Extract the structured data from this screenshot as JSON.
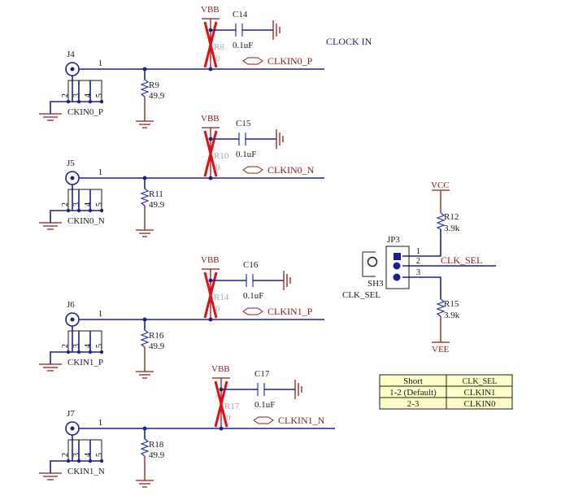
{
  "header": {
    "clock_in": "CLOCK IN"
  },
  "channels": [
    {
      "connector": "J4",
      "connector_net": "CKIN0_P",
      "term": "R9",
      "term_value": "49.9",
      "series": "R8",
      "series_value": "0",
      "cap": "C14",
      "cap_value": "0.1uF",
      "supply": "VBB",
      "net": "CLKIN0_P",
      "pin1": "1",
      "pins": [
        "2",
        "3",
        "4",
        "5"
      ]
    },
    {
      "connector": "J5",
      "connector_net": "CKIN0_N",
      "term": "R11",
      "term_value": "49.9",
      "series": "R10",
      "series_value": "0",
      "cap": "C15",
      "cap_value": "0.1uF",
      "supply": "VBB",
      "net": "CLKIN0_N",
      "pin1": "1",
      "pins": [
        "2",
        "3",
        "4",
        "5"
      ]
    },
    {
      "connector": "J6",
      "connector_net": "CKIN1_P",
      "term": "R16",
      "term_value": "49.9",
      "series": "R14",
      "series_value": "0",
      "cap": "C16",
      "cap_value": "0.1uF",
      "supply": "VBB",
      "net": "CLKIN1_P",
      "pin1": "1",
      "pins": [
        "2",
        "3",
        "4",
        "5"
      ]
    },
    {
      "connector": "J7",
      "connector_net": "CKIN1_N",
      "term": "R18",
      "term_value": "49.9",
      "series": "R17",
      "series_value": "0",
      "cap": "C17",
      "cap_value": "0.1uF",
      "supply": "VBB",
      "net": "CLKIN1_N",
      "pin1": "1",
      "pins": [
        "2",
        "3",
        "4",
        "5"
      ]
    }
  ],
  "selector": {
    "vcc": "VCC",
    "vee": "VEE",
    "r_top": "R12",
    "r_top_value": "3.9k",
    "r_bot": "R15",
    "r_bot_value": "3.9k",
    "jumper": "JP3",
    "shunt": "SH3",
    "shunt_label": "CLK_SEL",
    "pins": [
      "1",
      "2",
      "3"
    ],
    "net": "CLK_SEL"
  },
  "table": {
    "headers": [
      "Short",
      "CLK_SEL"
    ],
    "rows": [
      [
        "1-2 (Default)",
        "CLKIN1"
      ],
      [
        "2-3",
        "CLKIN0"
      ]
    ]
  },
  "colors": {
    "wire": "#1f1f8c",
    "net": "#8b1a1a",
    "dnp_mark": "#e01010",
    "table_fill": "#ffffc8"
  }
}
